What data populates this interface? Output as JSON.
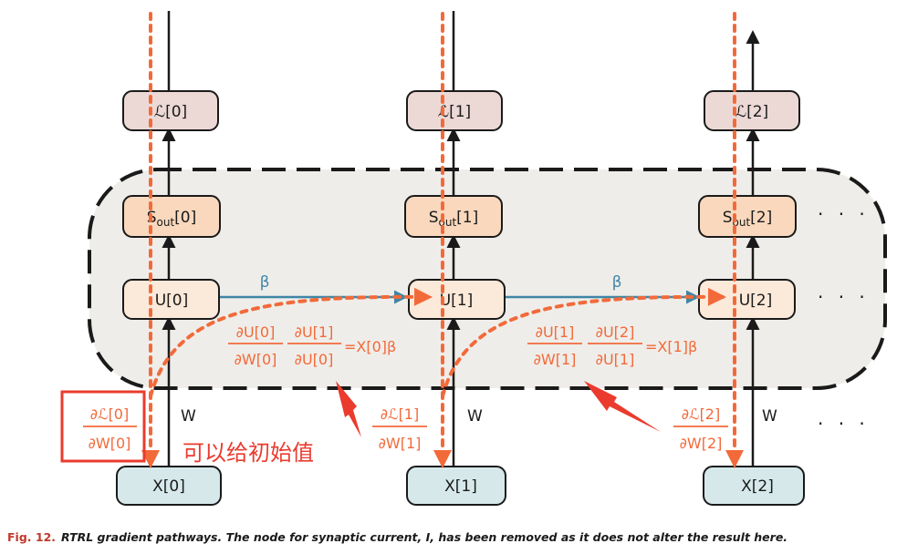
{
  "loss_labels": [
    "ℒ[0]",
    "ℒ[1]",
    "ℒ[2]"
  ],
  "sout_labels": [
    "S",
    "S",
    "S"
  ],
  "sout_sub": "out",
  "sout_index": [
    "[0]",
    "[1]",
    "[2]"
  ],
  "u_labels": [
    "U[0]",
    "U[1]",
    "U[2]"
  ],
  "x_labels": [
    "X[0]",
    "X[1]",
    "X[2]"
  ],
  "beta": "β",
  "w": "W",
  "ellipsis": "· · ·",
  "grad0": {
    "num": "∂U[0]",
    "den": "∂W[0]"
  },
  "grad1": {
    "num": "∂U[1]",
    "den": "∂U[0]"
  },
  "grad_eq0": "=X[0]β",
  "grad2": {
    "num": "∂U[1]",
    "den": "∂W[1]"
  },
  "grad3": {
    "num": "∂U[2]",
    "den": "∂U[1]"
  },
  "grad_eq1": "=X[1]β",
  "dl0": {
    "num": "∂ℒ[0]",
    "den": "∂W[0]"
  },
  "dl1": {
    "num": "∂ℒ[1]",
    "den": "∂W[1]"
  },
  "dl2": {
    "num": "∂ℒ[2]",
    "den": "∂W[2]"
  },
  "note_cn": "可以给初始值",
  "caption_fig": "Fig. 12.",
  "caption_text": "RTRL gradient pathways. The node for synaptic current, I, has been removed as it does not alter the result here.",
  "colors": {
    "loss_fill": "#ecd9d6",
    "sout_fill": "#f9d8bd",
    "u_fill": "#fbe9d9",
    "x_fill": "#d6e8ea",
    "beta_arrow": "#3e86a6",
    "gradient": "#f26a3a",
    "highlight": "#ea3b2e",
    "region_fill": "#efede9"
  }
}
